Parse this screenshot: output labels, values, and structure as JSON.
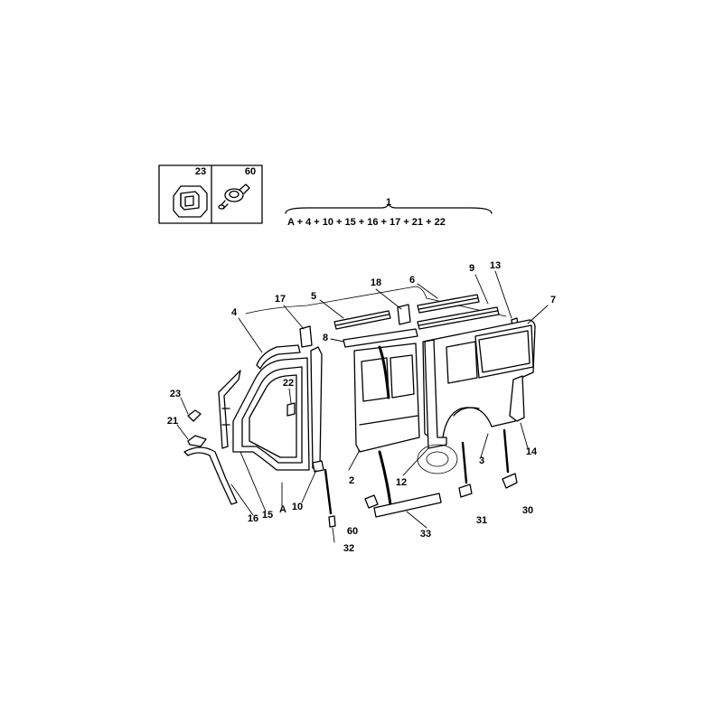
{
  "inset": {
    "left_label": "23",
    "right_label": "60"
  },
  "kit": {
    "number": "1",
    "formula": "A + 4 + 10 + 15 + 16 + 17 + 21 + 22"
  },
  "callouts": {
    "c4": "4",
    "c17": "17",
    "c5": "5",
    "c18": "18",
    "c6": "6",
    "c9": "9",
    "c13": "13",
    "c7": "7",
    "c8": "8",
    "c22": "22",
    "c23": "23",
    "c21": "21",
    "c16": "16",
    "c15": "15",
    "cA": "A",
    "c10": "10",
    "c32": "32",
    "c60": "60",
    "c33": "33",
    "c2": "2",
    "c12": "12",
    "c31": "31",
    "c3": "3",
    "c30": "30",
    "c14": "14"
  }
}
